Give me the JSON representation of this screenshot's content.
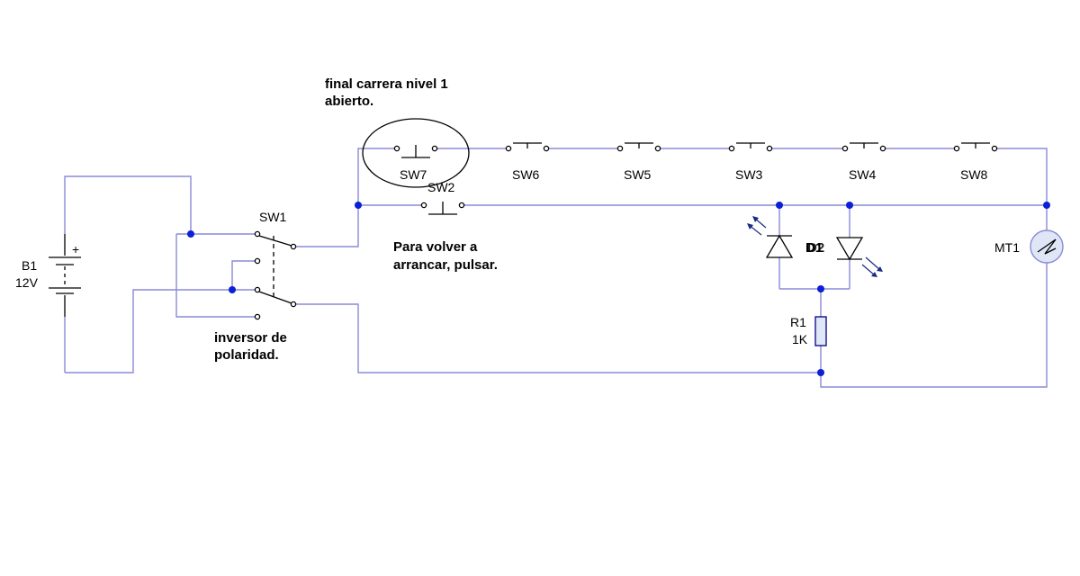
{
  "components": {
    "battery": {
      "ref": "B1",
      "value": "12V",
      "plus": "+"
    },
    "dpdt_switch": {
      "ref": "SW1"
    },
    "pushbutton_sw2": {
      "ref": "SW2"
    },
    "limit_switches": [
      "SW7",
      "SW6",
      "SW5",
      "SW3",
      "SW4",
      "SW8"
    ],
    "led": {
      "ref": "D1",
      "ref2": "D2"
    },
    "resistor": {
      "ref": "R1",
      "value": "1K"
    },
    "motor": {
      "ref": "MT1"
    }
  },
  "notes": {
    "limit_line1": "final carrera nivel 1",
    "limit_line2": "abierto.",
    "restart_line1": "Para volver a",
    "restart_line2": "arrancar, pulsar.",
    "inverter_line1": "inversor de",
    "inverter_line2": "polaridad."
  },
  "colors": {
    "wire": "#8a8ad8",
    "node": "#0b1fd6",
    "component": "#000000"
  }
}
